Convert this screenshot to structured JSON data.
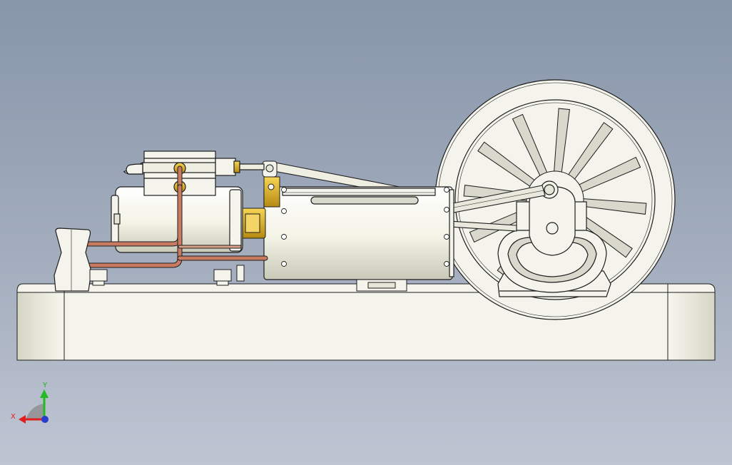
{
  "viewport": {
    "model": "horizontal-steam-engine-assembly",
    "view_orientation": "front",
    "background_colors": [
      "#8796aa",
      "#bfc5d3"
    ]
  },
  "triad": {
    "x_label": "X",
    "y_label": "Y",
    "x_color": "#e02020",
    "y_color": "#22bb22",
    "z_color": "#2a3ccc"
  },
  "colors": {
    "part_fill": "#f4f4ec",
    "edge": "#1e1e1e",
    "brass": "#e2b21e",
    "copper": "#c97b62",
    "shade": "#d8d8cc"
  }
}
